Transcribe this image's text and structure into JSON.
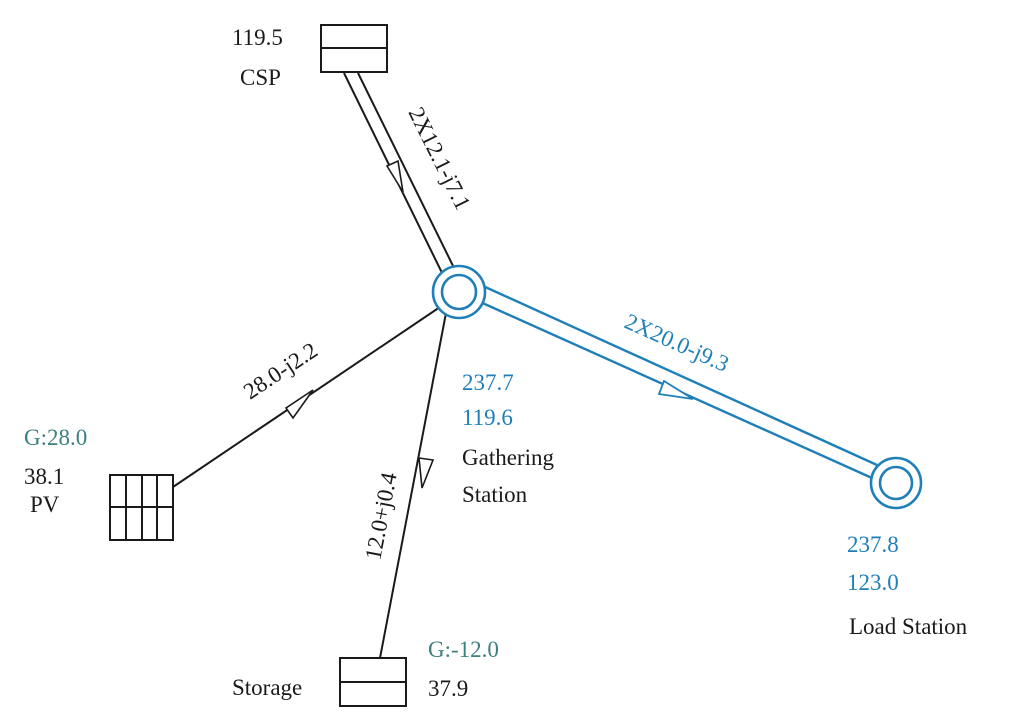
{
  "nodes": {
    "csp": {
      "name": "CSP",
      "value": "119.5"
    },
    "pv": {
      "name": "PV",
      "generation": "G:28.0",
      "value": "38.1"
    },
    "storage": {
      "name": "Storage",
      "generation": "G:-12.0",
      "value": "37.9"
    },
    "gathering_station": {
      "name_line1": "Gathering",
      "name_line2": "Station",
      "value1": "237.7",
      "value2": "119.6"
    },
    "load_station": {
      "name": "Load Station",
      "value1": "237.8",
      "value2": "123.0"
    }
  },
  "lines": {
    "csp_to_gathering": "2X12.1-j7.1",
    "pv_to_gathering": "28.0-j2.2",
    "gathering_to_storage": "12.0+j0.4",
    "gathering_to_load": "2X20.0-j9.3"
  },
  "colors": {
    "black": "#1a1a1a",
    "blue": "#1f7fb8",
    "teal": "#3e7f7f"
  }
}
